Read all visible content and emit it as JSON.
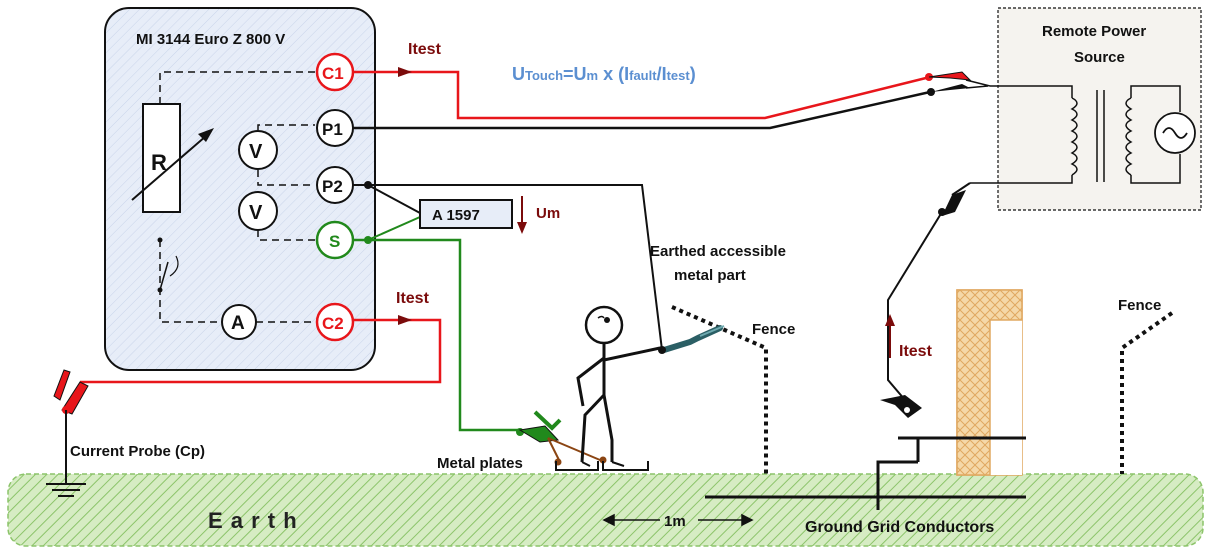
{
  "colors": {
    "red": "#e8161b",
    "green": "#21891c",
    "darkred": "#7b0b0b",
    "blue": "#5b8fd1",
    "black": "#111111",
    "earth_fill": "#d6ecc3",
    "earth_hatch": "#8cc46a",
    "instrument_fill": "#e7edf8",
    "fence_block_fill": "#f5d8a8",
    "fence_block_hatch": "#e0a860"
  },
  "instrument": {
    "title": "MI 3144 Euro Z 800 V",
    "resistor_label": "R",
    "voltmeter1": "V",
    "voltmeter2": "V",
    "ammeter": "A",
    "terminals": {
      "c1": "C1",
      "p1": "P1",
      "p2": "P2",
      "s": "S",
      "c2": "C2"
    }
  },
  "adapter": {
    "label": "A 1597",
    "voltage_label": "Um"
  },
  "labels": {
    "itest_top": "Itest",
    "itest_c2": "Itest",
    "itest_right": "Itest",
    "formula_u": "U",
    "formula_touch": "Touch",
    "formula_eq": "=U",
    "formula_m": "m",
    "formula_x": " x (I",
    "formula_fault": "fault",
    "formula_slash": "/I",
    "formula_test": "test",
    "formula_close": ")",
    "remote_source_line1": "Remote Power",
    "remote_source_line2": "Source",
    "earthed_part_line1": "Earthed accessible",
    "earthed_part_line2": "metal  part",
    "fence_left": "Fence",
    "fence_right": "Fence",
    "current_probe": "Current Probe (Cp)",
    "metal_plates": "Metal plates",
    "earth": "E a r t h",
    "distance": "1m",
    "ground_grid": "Ground Grid Conductors"
  }
}
